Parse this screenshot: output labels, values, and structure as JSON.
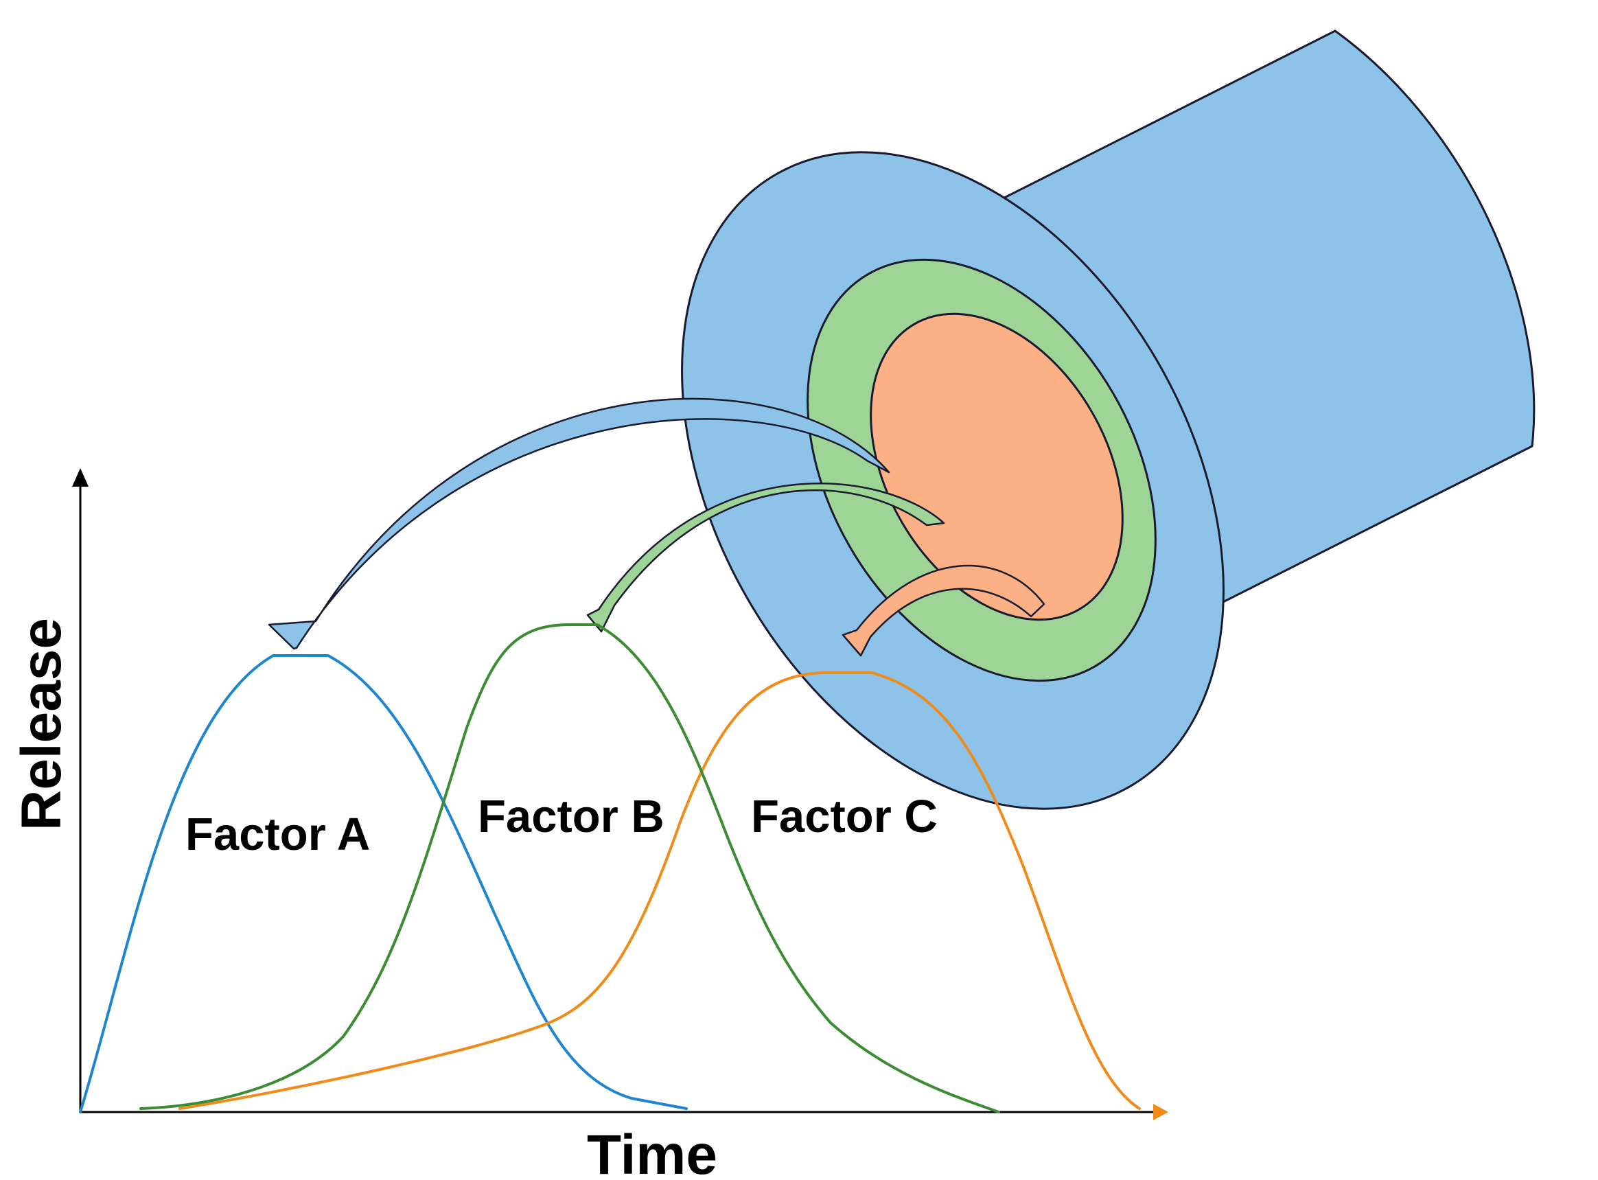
{
  "labels": {
    "y_axis": "Release",
    "x_axis": "Time",
    "factor_a": "Factor A",
    "factor_b": "Factor B",
    "factor_c": "Factor C"
  },
  "colors": {
    "outer_layer": "#8DC3E8",
    "middle_layer": "#9ED597",
    "inner_core": "#FBB185",
    "curve_a": "#1E86D0",
    "curve_b": "#3C8C33",
    "curve_c": "#F08A18",
    "outline": "#1A1A2E"
  }
}
